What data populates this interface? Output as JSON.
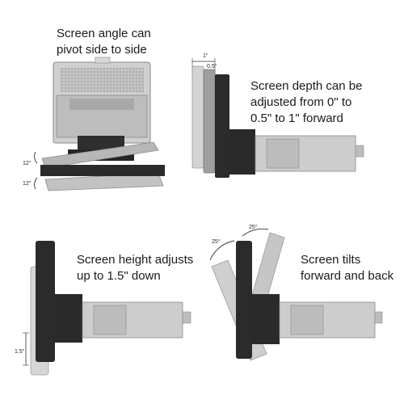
{
  "panels": {
    "pivot": {
      "caption": [
        "Screen angle can",
        "pivot side to side"
      ],
      "angle_top": "12°",
      "angle_bottom": "12°"
    },
    "depth": {
      "caption": [
        "Screen depth can be",
        "adjusted from 0\" to",
        "0.5\" to 1\" forward"
      ],
      "dim_outer": "1\"",
      "dim_inner": "0.5\""
    },
    "height": {
      "caption": [
        "Screen height adjusts",
        "up to 1.5\" down"
      ],
      "dim": "1.5\""
    },
    "tilt": {
      "caption": [
        "Screen tilts",
        "forward and back"
      ],
      "angle_left": "25°",
      "angle_right": "25°"
    }
  },
  "colors": {
    "screen_dark": "#2b2b2b",
    "screen_ghost": "#bdbdbd",
    "chassis": "#c9c9c9",
    "line": "#333333"
  }
}
